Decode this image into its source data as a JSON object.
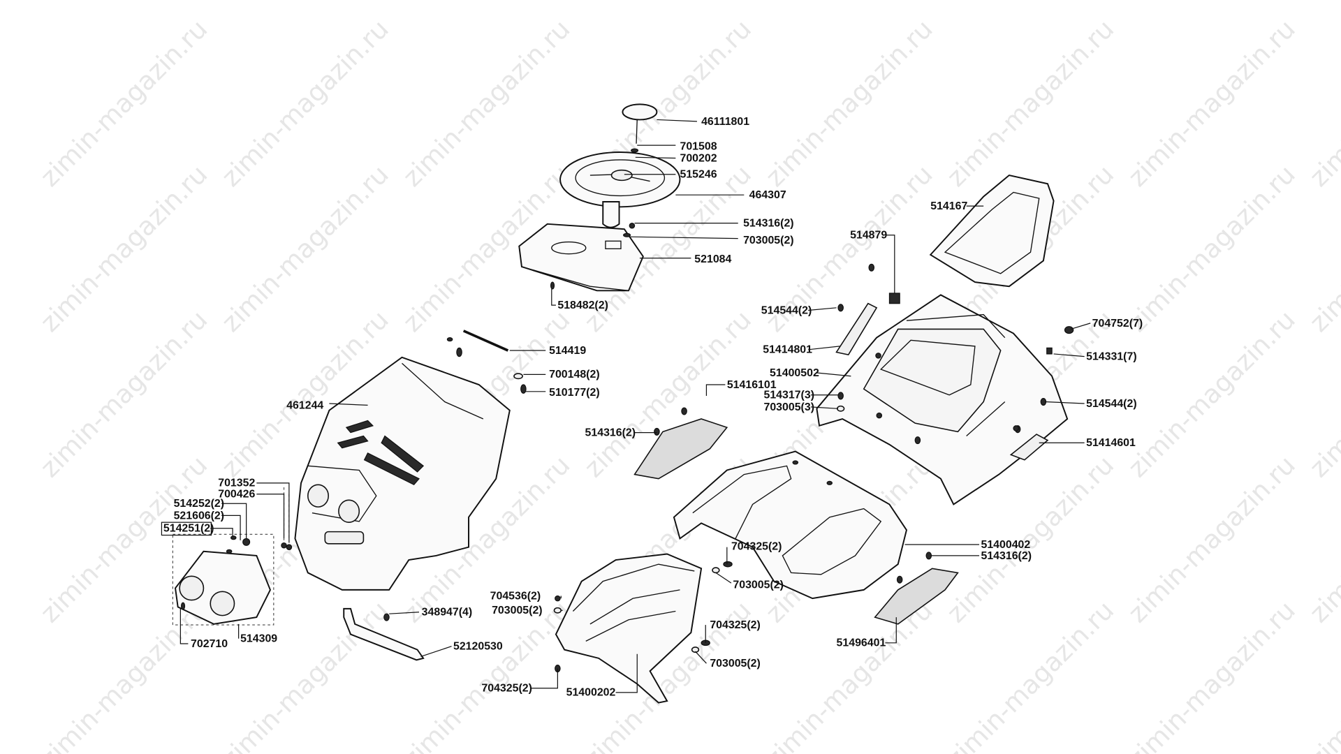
{
  "watermark": "zimin-magazin.ru",
  "labels": {
    "l46111801": "46111801",
    "l701508": "701508",
    "l700202": "700202",
    "l515246": "515246",
    "l464307": "464307",
    "l514316_2a": "514316(2)",
    "l703005_2a": "703005(2)",
    "l521084": "521084",
    "l518482_2": "518482(2)",
    "l514419": "514419",
    "l700148_2": "700148(2)",
    "l510177_2": "510177(2)",
    "l461244": "461244",
    "l701352": "701352",
    "l700426": "700426",
    "l514252_2": "514252(2)",
    "l521606_2": "521606(2)",
    "l514251_2": "514251(2)",
    "l702710": "702710",
    "l514309": "514309",
    "l348947_4": "348947(4)",
    "l52120530": "52120530",
    "l514167": "514167",
    "l514879": "514879",
    "l514544_2a": "514544(2)",
    "l51414801": "51414801",
    "l51400502": "51400502",
    "l704752_7": "704752(7)",
    "l514331_7": "514331(7)",
    "l51416101": "51416101",
    "l514317_3": "514317(3)",
    "l703005_3": "703005(3)",
    "l514544_2b": "514544(2)",
    "l514316_2b": "514316(2)",
    "l51414601": "51414601",
    "l51400402": "51400402",
    "l514316_2c": "514316(2)",
    "l704325_2a": "704325(2)",
    "l703005_2b": "703005(2)",
    "l704536_2": "704536(2)",
    "l703005_2c": "703005(2)",
    "l704325_2b": "704325(2)",
    "l703005_2d": "703005(2)",
    "l704325_2c": "704325(2)",
    "l51400202": "51400202",
    "l51496401": "51496401"
  }
}
